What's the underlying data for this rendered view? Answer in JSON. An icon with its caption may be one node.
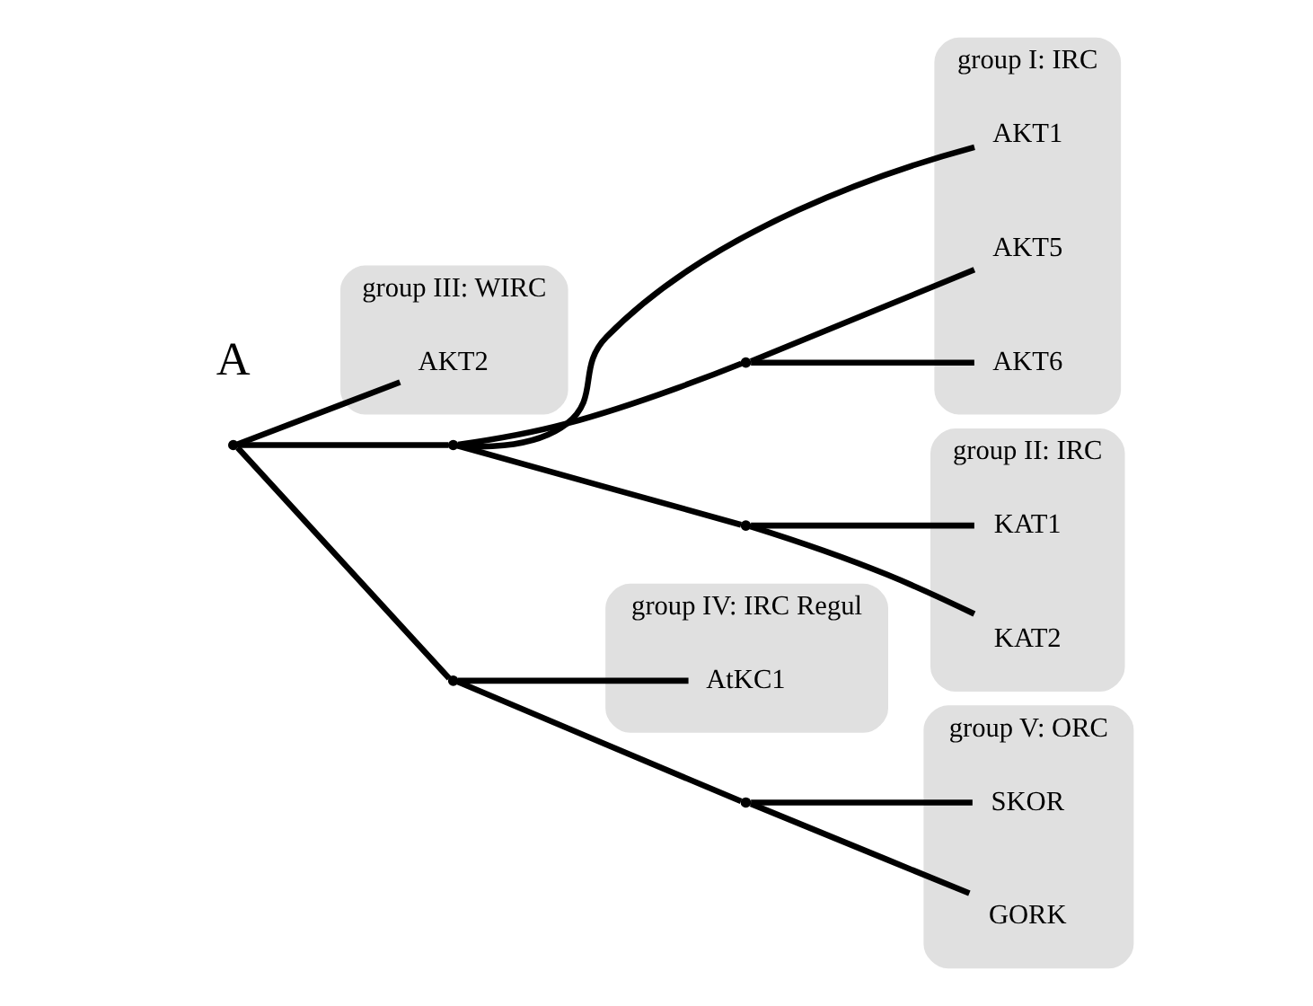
{
  "diagram": {
    "nodes": [
      {
        "text": [
          "group II: IRC"
        ]
      },
      {
        "text": [
          "KAT1"
        ],
        "in": 0
      },
      {
        "text": [
          "KAT2"
        ],
        "in": 0
      },
      {
        "text": [
          "group III: WIRC"
        ]
      },
      {
        "text": [
          "AKT2"
        ],
        "in": 3
      },
      {
        "text": [
          "group IV: IRC Regul"
        ]
      },
      {
        "text": [
          "AtKC1"
        ],
        "in": 5
      },
      {
        "text": [
          "group I: IRC"
        ]
      },
      {
        "text": [
          "AKT5"
        ],
        "in": 7
      },
      {
        "text": [
          "AKT6"
        ],
        "in": 7
      },
      {
        "text": [
          "AKT1"
        ],
        "in": 7
      },
      {
        "text": [
          "group V: ORC"
        ]
      },
      {
        "text": [
          "SKOR"
        ],
        "in": 11
      },
      {
        "text": [
          "GORK"
        ],
        "in": 11
      },
      {
        "text": [],
        "shape": "point"
      },
      {
        "text": [],
        "shape": "point"
      },
      {
        "text": [],
        "shape": "point"
      },
      {
        "text": [],
        "shape": "point"
      },
      {
        "text": [],
        "shape": "point"
      },
      {
        "text": [],
        "shape": "point"
      }
    ],
    "edges": [
      {
        "from": 14,
        "to": 15,
        "arrow": "none"
      },
      {
        "from": 15,
        "to": 16,
        "arrow": "none"
      },
      {
        "from": 16,
        "to": 1,
        "arrow": "none"
      },
      {
        "from": 16,
        "to": 2,
        "arrow": "none"
      },
      {
        "from": 15,
        "to": 10,
        "arrow": "none"
      },
      {
        "from": 15,
        "to": 17,
        "arrow": "none"
      },
      {
        "from": 17,
        "to": 8,
        "arrow": "none"
      },
      {
        "from": 17,
        "to": 9,
        "arrow": "none"
      },
      {
        "from": 14,
        "to": 4,
        "arrow": "none"
      },
      {
        "from": 14,
        "to": 18,
        "arrow": "none"
      },
      {
        "from": 18,
        "to": 6,
        "arrow": "none"
      },
      {
        "from": 18,
        "to": 19,
        "arrow": "none"
      },
      {
        "from": 19,
        "to": 12,
        "arrow": "none"
      },
      {
        "from": 19,
        "to": 13,
        "arrow": "none"
      }
    ],
    "labels": [
      "A"
    ]
  }
}
